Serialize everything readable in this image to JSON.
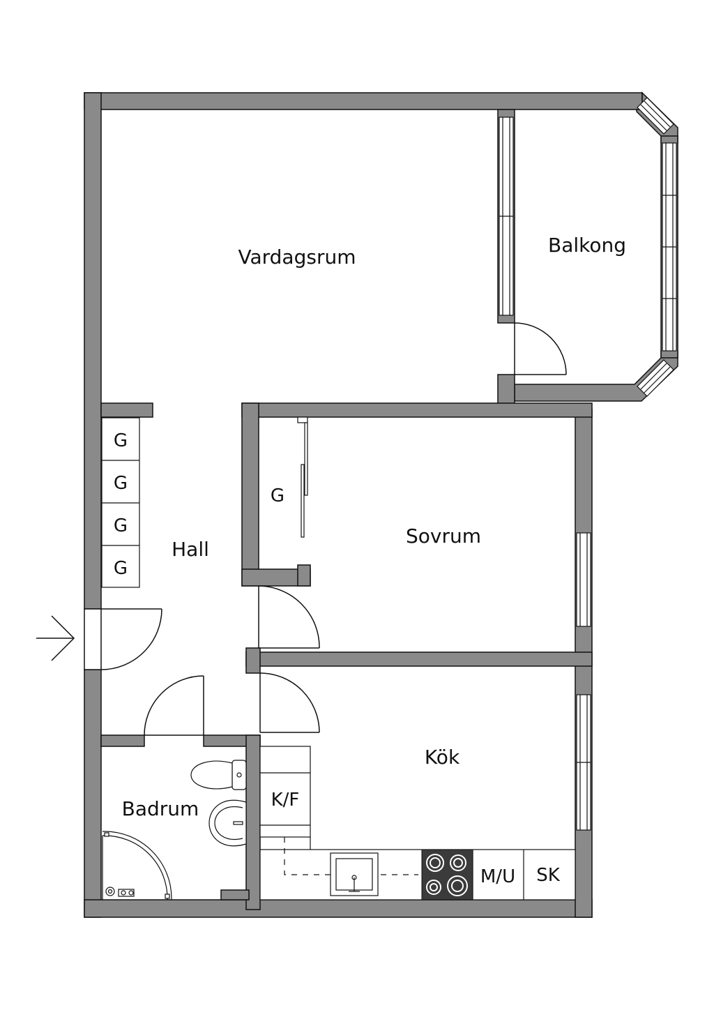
{
  "rooms": {
    "living": "Vardagsrum",
    "balcony": "Balkong",
    "hall": "Hall",
    "bedroom": "Sovrum",
    "kitchen": "Kök",
    "bathroom": "Badrum"
  },
  "fixtures": {
    "wardrobe": "G",
    "fridge_freezer": "K/F",
    "microwave_oven": "M/U",
    "cabinet": "SK"
  },
  "colors": {
    "wall": "#8a8a8a",
    "line": "#111111",
    "stove": "#3b3b3b"
  }
}
